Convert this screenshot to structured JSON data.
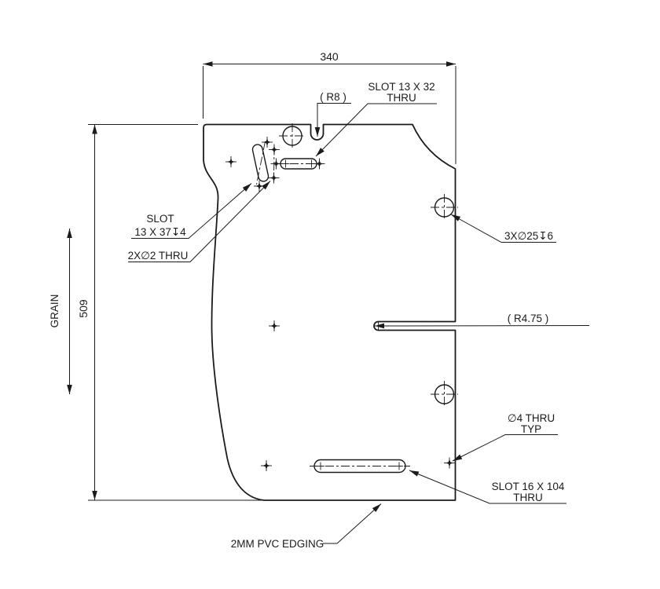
{
  "drawing": {
    "dimensions": {
      "width": "340",
      "height": "509"
    },
    "grain_label": "GRAIN",
    "callouts": {
      "notch_radius": "( R8 )",
      "slot_top_line1": "SLOT 13 X 32",
      "slot_top_line2": "THRU",
      "slot_angled_line1": "SLOT",
      "slot_angled_line2": "13 X 37↧4",
      "pilot_holes": "2X∅2 THRU",
      "large_holes": "3X∅25↧6",
      "mid_slot_radius": "( R4.75 )",
      "small_holes_line1": "∅4 THRU",
      "small_holes_line2": "TYP",
      "slot_bottom_line1": "SLOT 16 X 104",
      "slot_bottom_line2": "THRU",
      "edging_note": "2MM PVC EDGING"
    }
  }
}
